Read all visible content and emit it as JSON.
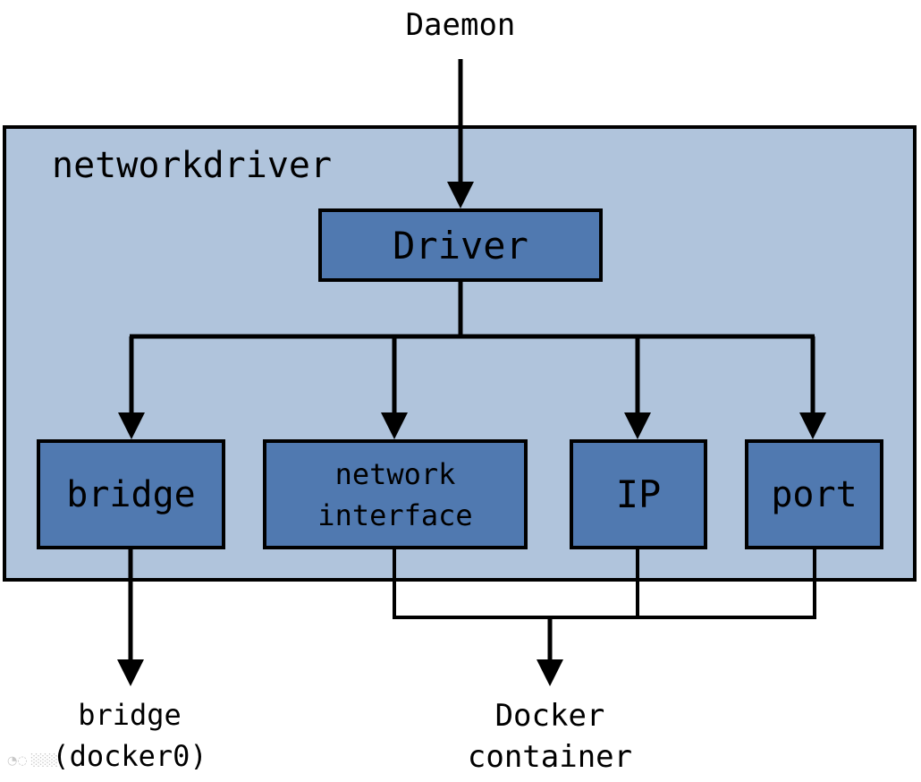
{
  "top": {
    "daemon": "Daemon"
  },
  "container": {
    "title": "networkdriver"
  },
  "boxes": {
    "driver": "Driver",
    "bridge": "bridge",
    "network_interface_line1": "network",
    "network_interface_line2": "interface",
    "ip": "IP",
    "port": "port"
  },
  "outputs": {
    "bridge_line1": "bridge",
    "bridge_line2": "(docker0)",
    "docker_line1": "Docker",
    "docker_line2": "container"
  },
  "colors": {
    "container_fill": "#b0c4dc",
    "box_fill": "#5079b0",
    "stroke": "#000000"
  }
}
